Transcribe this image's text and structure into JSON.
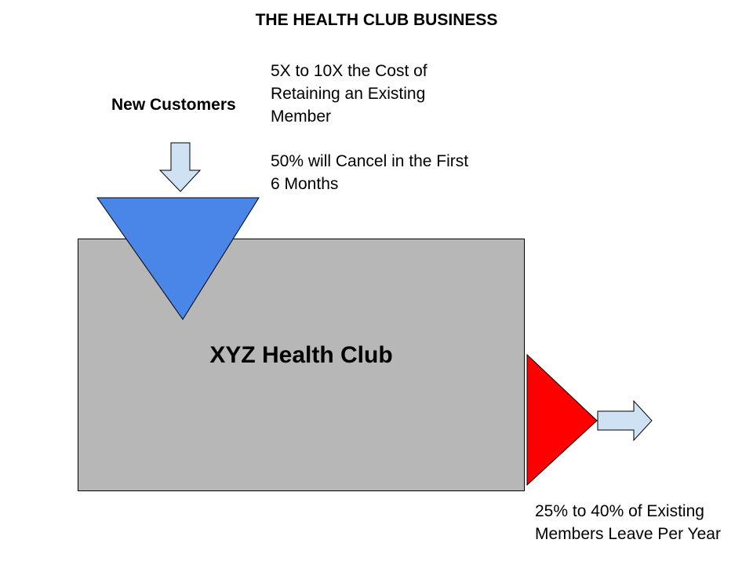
{
  "title": "THE HEALTH CLUB BUSINESS",
  "new_customers": "New Customers",
  "cost_note": "5X to 10X the Cost of Retaining an Existing Member",
  "cancel_note": "50% will Cancel in the First 6 Months",
  "club_name": "XYZ Health Club",
  "leave_note": "25% to 40% of Existing Members Leave Per Year",
  "colors": {
    "funnel_in": "#4a86e8",
    "funnel_out": "#ff0000",
    "arrow_fill": "#cfe2f3",
    "box_fill": "#b7b7b7"
  }
}
